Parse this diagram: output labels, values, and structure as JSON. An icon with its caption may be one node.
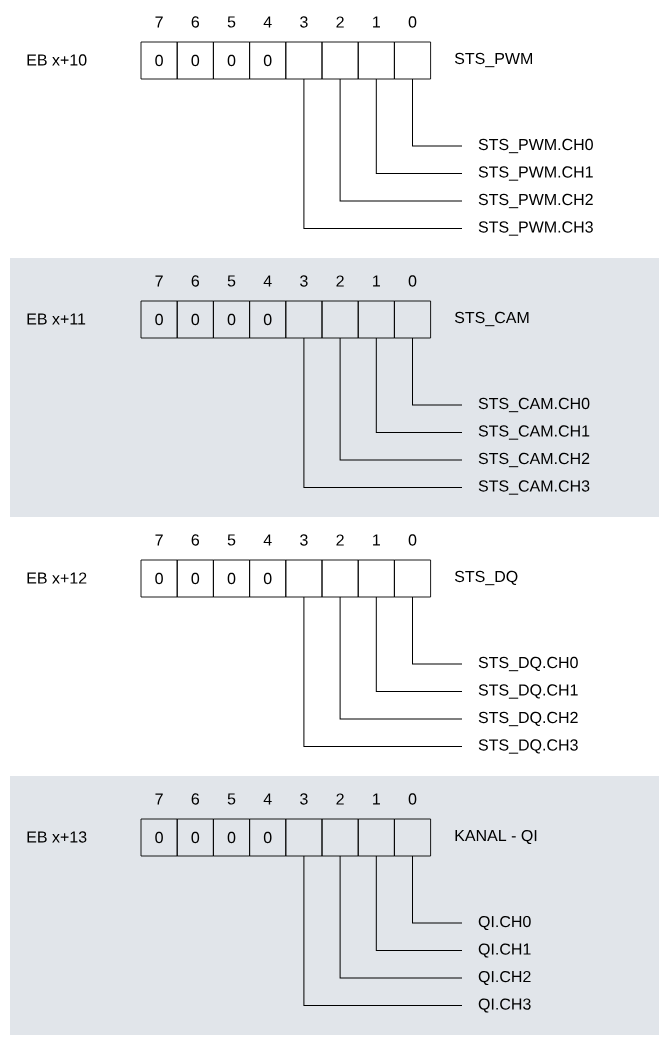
{
  "diagram": {
    "nodes": [
      {
        "text": [
          "0"
        ]
      },
      {
        "text": [
          "0"
        ]
      },
      {
        "text": [
          "0"
        ]
      },
      {
        "text": [
          "0"
        ]
      },
      {
        "text": [],
        "shape": "box"
      },
      {
        "text": [],
        "shape": "box"
      },
      {
        "text": [],
        "shape": "box"
      },
      {
        "text": [],
        "shape": "box"
      },
      {
        "text": [
          "STS_PWM.CH0"
        ]
      },
      {
        "text": [
          "STS_PWM.CH1"
        ]
      },
      {
        "text": [
          "STS_PWM.CH2"
        ]
      },
      {
        "text": [
          "STS_PWM.CH3"
        ]
      },
      {
        "text": [
          "0"
        ]
      },
      {
        "text": [
          "0"
        ]
      },
      {
        "text": [
          "0"
        ]
      },
      {
        "text": [
          "0"
        ]
      },
      {
        "text": [],
        "shape": "box"
      },
      {
        "text": [],
        "shape": "box"
      },
      {
        "text": [],
        "shape": "box"
      },
      {
        "text": [],
        "shape": "box"
      },
      {
        "text": [
          "STS_CAM.CH0"
        ]
      },
      {
        "text": [
          "STS_CAM.CH1"
        ]
      },
      {
        "text": [
          "STS_CAM.CH2"
        ]
      },
      {
        "text": [
          "STS_CAM.CH3"
        ]
      },
      {
        "text": [
          "0"
        ]
      },
      {
        "text": [
          "0"
        ]
      },
      {
        "text": [
          "0"
        ]
      },
      {
        "text": [
          "0"
        ]
      },
      {
        "text": [],
        "shape": "box"
      },
      {
        "text": [],
        "shape": "box"
      },
      {
        "text": [],
        "shape": "box"
      },
      {
        "text": [],
        "shape": "box"
      },
      {
        "text": [
          "STS_DQ.CH0"
        ]
      },
      {
        "text": [
          "STS_DQ.CH1"
        ]
      },
      {
        "text": [
          "STS_DQ.CH2"
        ]
      },
      {
        "text": [
          "STS_DQ.CH3"
        ]
      },
      {
        "text": [
          "0"
        ]
      },
      {
        "text": [
          "0"
        ]
      },
      {
        "text": [
          "0"
        ]
      },
      {
        "text": [
          "0"
        ]
      },
      {
        "text": [],
        "shape": "box"
      },
      {
        "text": [],
        "shape": "box"
      },
      {
        "text": [],
        "shape": "box"
      },
      {
        "text": [],
        "shape": "box"
      },
      {
        "text": [
          "QI.CH0"
        ]
      },
      {
        "text": [
          "QI.CH1"
        ]
      },
      {
        "text": [
          "QI.CH2"
        ]
      },
      {
        "text": [
          "QI.CH3"
        ]
      }
    ],
    "edges": [
      {
        "from": 7,
        "to": 8,
        "arrow": "none"
      },
      {
        "from": 6,
        "to": 9,
        "arrow": "none"
      },
      {
        "from": 5,
        "to": 10,
        "arrow": "none"
      },
      {
        "from": 4,
        "to": 11,
        "arrow": "none"
      },
      {
        "from": 19,
        "to": 20,
        "arrow": "none"
      },
      {
        "from": 18,
        "to": 21,
        "arrow": "none"
      },
      {
        "from": 17,
        "to": 22,
        "arrow": "none"
      },
      {
        "from": 16,
        "to": 23,
        "arrow": "none"
      },
      {
        "from": 31,
        "to": 32,
        "arrow": "none"
      },
      {
        "from": 30,
        "to": 33,
        "arrow": "none"
      },
      {
        "from": 29,
        "to": 34,
        "arrow": "none"
      },
      {
        "from": 28,
        "to": 35,
        "arrow": "none"
      },
      {
        "from": 43,
        "to": 44,
        "arrow": "none"
      },
      {
        "from": 42,
        "to": 45,
        "arrow": "none"
      },
      {
        "from": 41,
        "to": 46,
        "arrow": "none"
      },
      {
        "from": 40,
        "to": 47,
        "arrow": "none"
      }
    ],
    "labels": [
      "7",
      "6",
      "5",
      "4",
      "3",
      "2",
      "1",
      "0",
      "EB x+10",
      "STS_PWM",
      "7",
      "6",
      "5",
      "4",
      "3",
      "2",
      "1",
      "0",
      "EB x+11",
      "STS_CAM",
      "7",
      "6",
      "5",
      "4",
      "3",
      "2",
      "1",
      "0",
      "EB x+12",
      "STS_DQ",
      "7",
      "6",
      "5",
      "4",
      "3",
      "2",
      "1",
      "0",
      "EB x+13",
      "KANAL - QI"
    ]
  }
}
